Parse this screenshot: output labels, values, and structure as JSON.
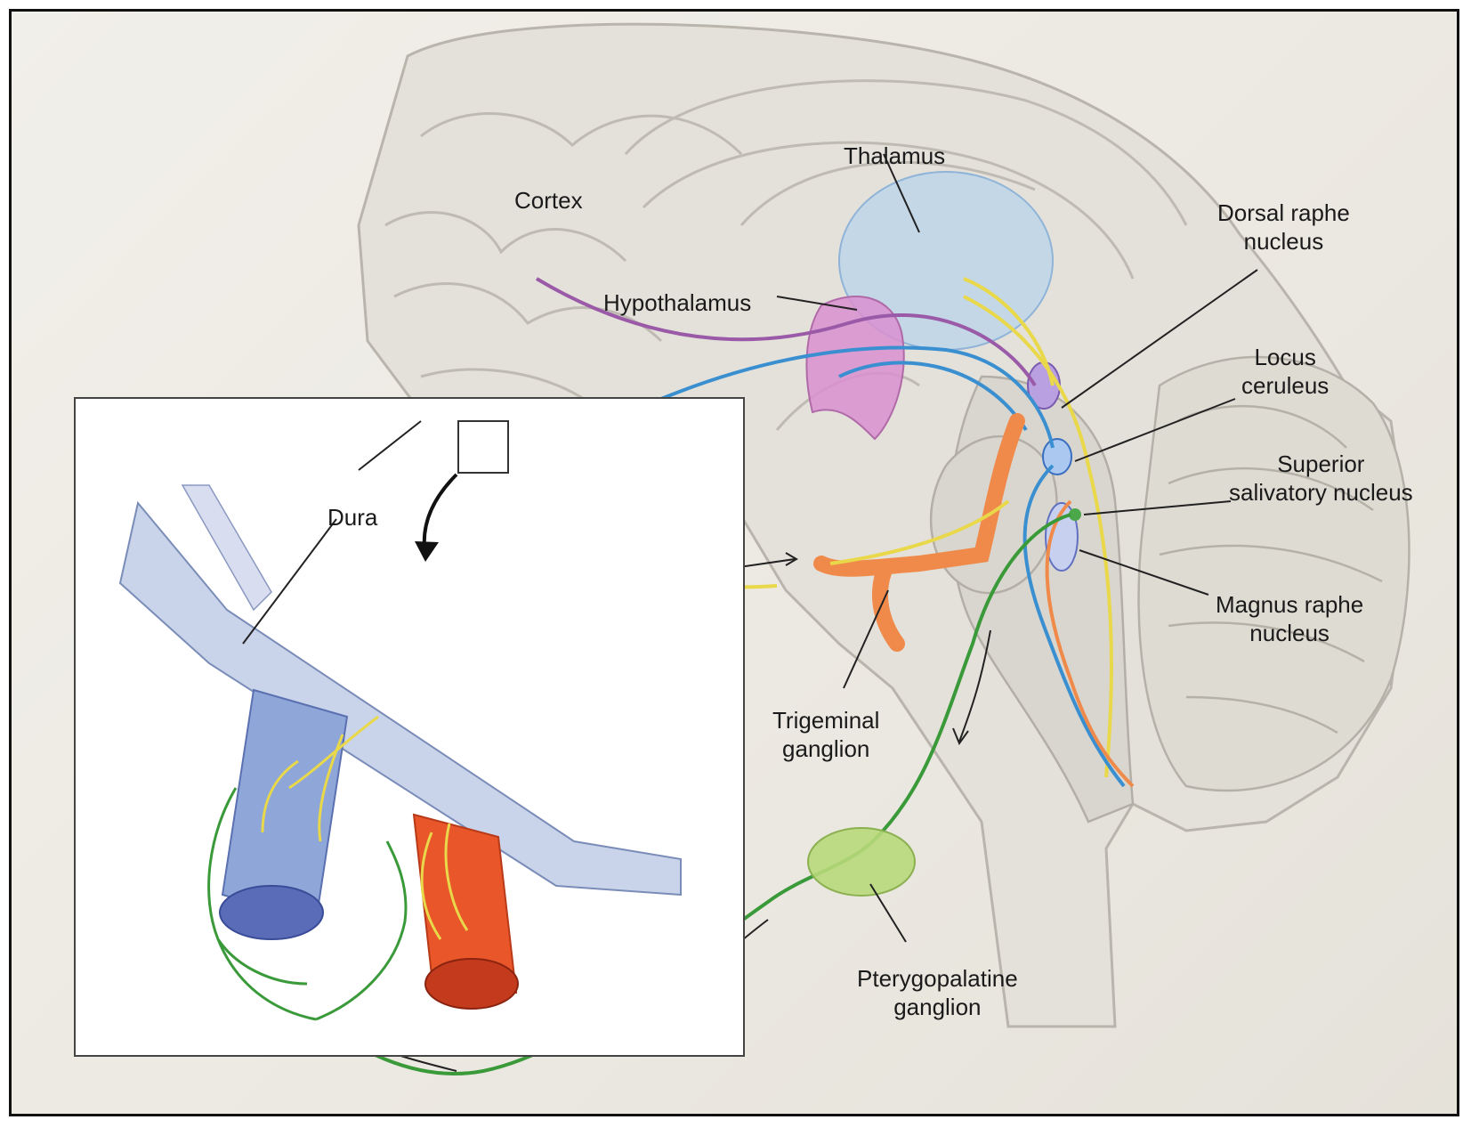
{
  "labels": {
    "cortex": "Cortex",
    "thalamus": "Thalamus",
    "hypothalamus": "Hypothalamus",
    "dura": "Dura",
    "dorsal_raphe": [
      "Dorsal raphe",
      "nucleus"
    ],
    "locus_ceruleus": [
      "Locus",
      "ceruleus"
    ],
    "superior_salivatory": [
      "Superior",
      "salivatory nucleus"
    ],
    "magnus_raphe": [
      "Magnus raphe",
      "nucleus"
    ],
    "trigeminal_ganglion": [
      "Trigeminal",
      "ganglion"
    ],
    "pterygopalatine_ganglion": [
      "Pterygopalatine",
      "ganglion"
    ]
  },
  "colors": {
    "trigeminal_fiber": "#e8d84a",
    "parasympathetic_fiber": "#3a9a3a",
    "blue_fiber": "#3a8fd0",
    "purple_fiber": "#9a5aa8",
    "vein": "#8fa6d8",
    "artery": "#e8562a",
    "thalamus": "#b9d3ea",
    "hypothalamus": "#d98fd0",
    "ganglion": "#b8d87a",
    "trigeminal_tract": "#f08a4a"
  }
}
